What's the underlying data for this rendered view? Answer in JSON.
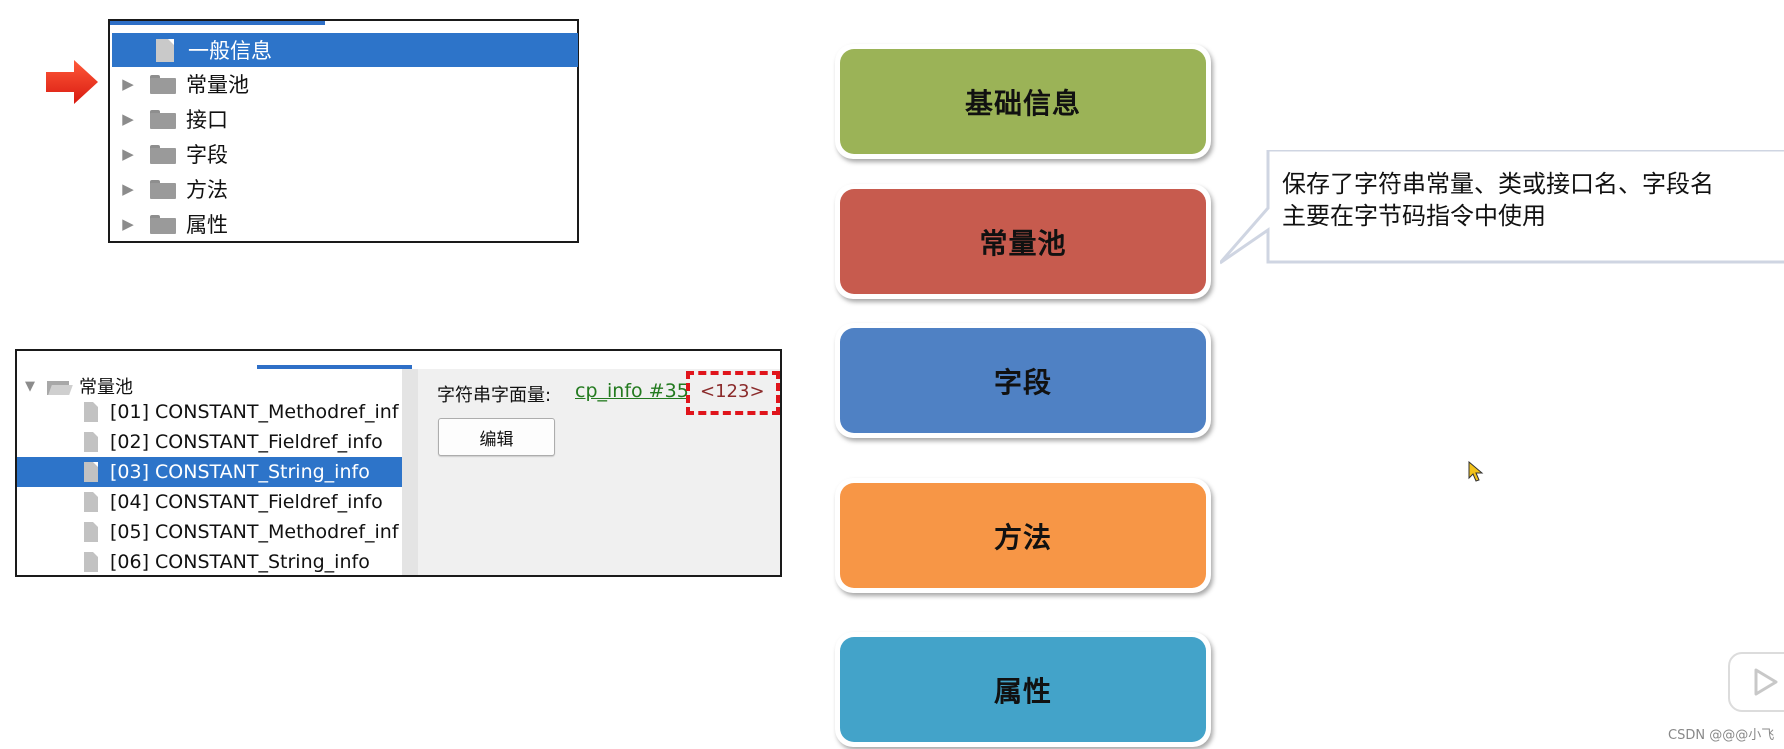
{
  "tree1": {
    "items": [
      {
        "label": "一般信息",
        "icon": "document-icon",
        "selected": true
      },
      {
        "label": "常量池",
        "icon": "folder-icon"
      },
      {
        "label": "接口",
        "icon": "folder-icon"
      },
      {
        "label": "字段",
        "icon": "folder-icon"
      },
      {
        "label": "方法",
        "icon": "folder-icon"
      },
      {
        "label": "属性",
        "icon": "folder-icon"
      }
    ]
  },
  "tree2": {
    "root_label": "常量池",
    "items": [
      {
        "label": "[01] CONSTANT_Methodref_inf"
      },
      {
        "label": "[02] CONSTANT_Fieldref_info"
      },
      {
        "label": "[03] CONSTANT_String_info",
        "selected": true
      },
      {
        "label": "[04] CONSTANT_Fieldref_info"
      },
      {
        "label": "[05] CONSTANT_Methodref_inf"
      },
      {
        "label": "[06] CONSTANT_String_info"
      }
    ],
    "detail": {
      "field_label": "字符串字面量:",
      "link_text": "cp_info #35",
      "value_text": "<123>",
      "edit_button": "编辑"
    }
  },
  "blocks": [
    {
      "label": "基础信息",
      "color": "#9bb357"
    },
    {
      "label": "常量池",
      "color": "#c75b4e"
    },
    {
      "label": "字段",
      "color": "#4f81c4"
    },
    {
      "label": "方法",
      "color": "#f79646"
    },
    {
      "label": "属性",
      "color": "#43a3c9"
    }
  ],
  "callout": {
    "line1": "保存了字符串常量、类或接口名、字段名",
    "line2": "主要在字节码指令中使用"
  },
  "watermark": "CSDN @@@小飞",
  "colors": {
    "selection": "#2d74c9",
    "arrow": "#e8261b",
    "dash": "#e0141b"
  }
}
